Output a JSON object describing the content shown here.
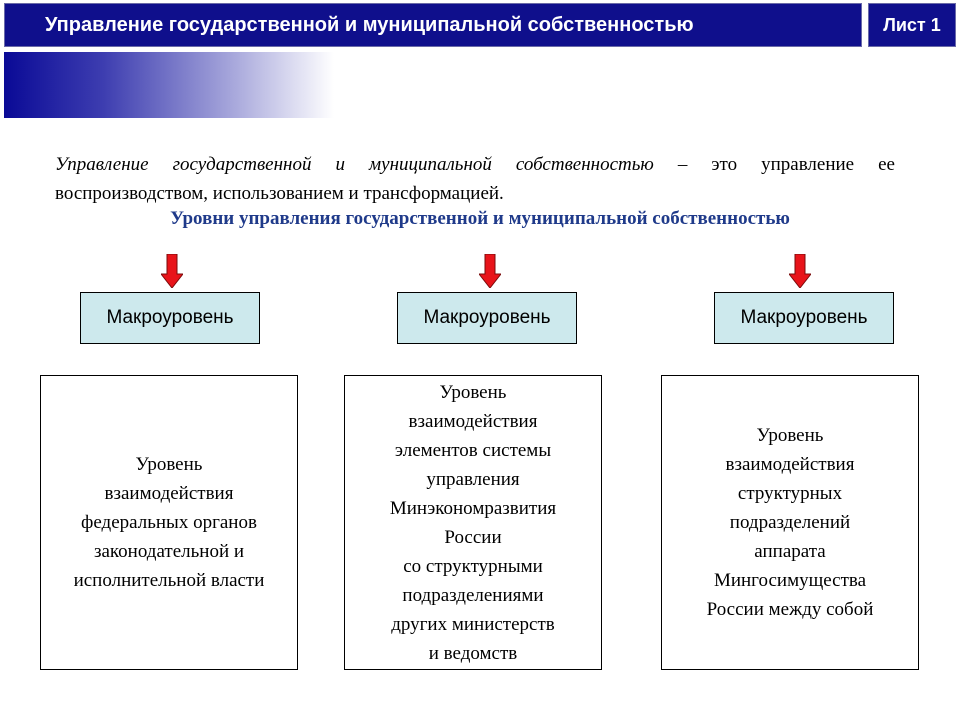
{
  "header": {
    "title": "Управление государственной и муниципальной собственностью",
    "sheet_label": "Лист 1"
  },
  "definition": {
    "term": "Управление государственной и муниципальной собственностью",
    "dash": " – ",
    "rest": "это управление ее воспроизводством, использованием и трансформацией."
  },
  "subtitle": "Уровни управления государственной и муниципальной собственностью",
  "colors": {
    "header_bg": "#0f0f8c",
    "subtitle_text": "#1f3a8a",
    "arrow_red": "#e8141a",
    "macro_box_bg": "#cde9ed"
  },
  "columns": [
    {
      "macro_label": "Макроуровень",
      "description": "Уровень\nвзаимодействия\nфедеральных органов\nзаконодательной и\nисполнительной власти"
    },
    {
      "macro_label": "Макроуровень",
      "description": "Уровень\nвзаимодействия\nэлементов системы\nуправления\nМинэкономразвития\nРоссии\nсо структурными\nподразделениями\nдругих министерств\nи ведомств"
    },
    {
      "macro_label": "Макроуровень",
      "description": "Уровень\nвзаимодействия\nструктурных\nподразделений\nаппарата\nМингосимущества\nРоссии между собой"
    }
  ]
}
